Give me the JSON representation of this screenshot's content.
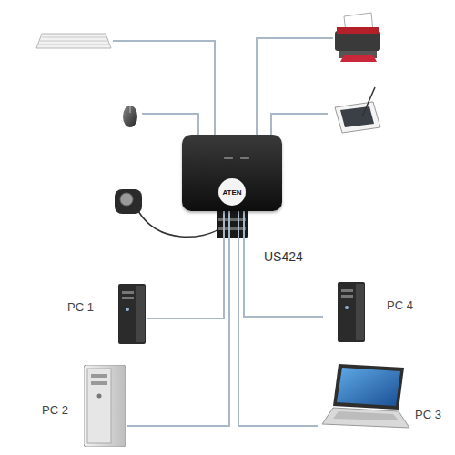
{
  "diagram": {
    "nodes": [
      {
        "text": [
          "US424"
        ]
      },
      {
        "text": [
          "PC 1"
        ]
      },
      {
        "text": [
          "PC 4"
        ]
      },
      {
        "text": [
          "PC 2"
        ]
      },
      {
        "text": [
          "PC 3"
        ]
      }
    ],
    "edges": [
      {
        "from": 0,
        "to": 1,
        "arrow": "none"
      },
      {
        "from": 0,
        "to": 2,
        "arrow": "none"
      },
      {
        "from": 0,
        "to": 3,
        "arrow": "none"
      },
      {
        "from": 0,
        "to": 4,
        "arrow": "none"
      }
    ],
    "labels": [
      "ATEN"
    ]
  }
}
